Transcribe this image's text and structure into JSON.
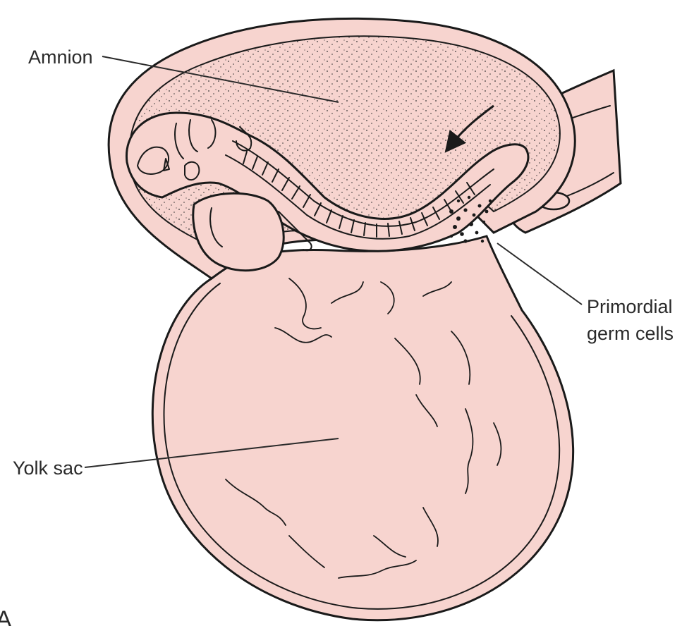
{
  "labels": {
    "amnion": "Amnion",
    "primordial_line1": "Primordial",
    "primordial_line2": "germ cells",
    "yolk_sac": "Yolk sac",
    "panel_letter": "A"
  },
  "colors": {
    "tissue_fill": "#f7d4cf",
    "outline": "#1a1a1a",
    "text": "#2a2a2a"
  }
}
